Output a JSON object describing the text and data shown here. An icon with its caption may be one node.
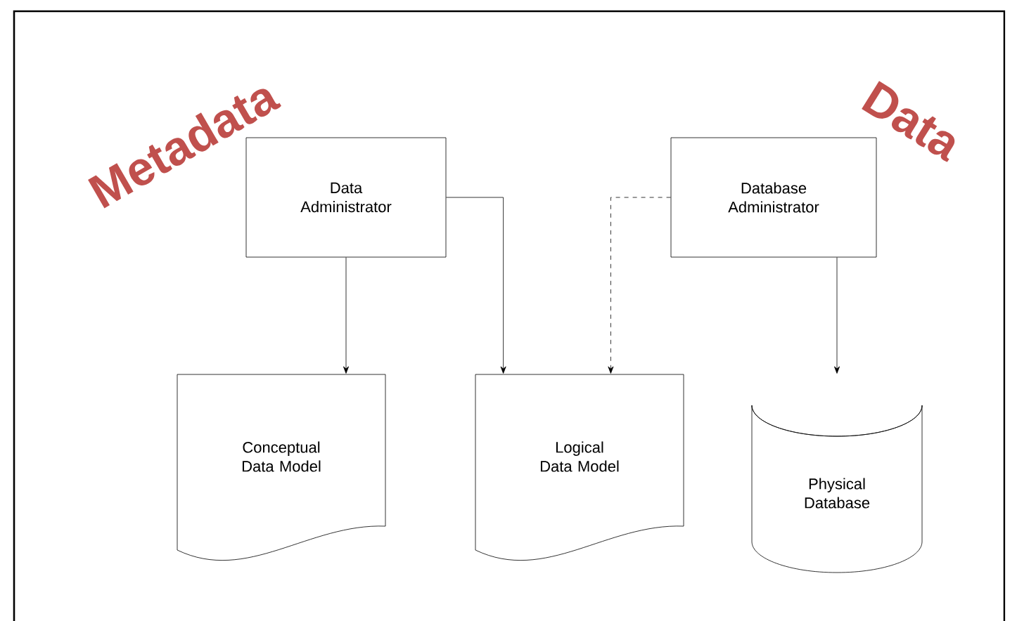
{
  "diagram": {
    "nodes": [
      {
        "text": [
          "Data Administrator"
        ]
      },
      {
        "text": [
          "Database Administrator"
        ]
      },
      {
        "text": [
          "Conceptual Data Model"
        ]
      },
      {
        "text": [
          "Logical Data Model"
        ]
      },
      {
        "text": [
          "Physical Database"
        ]
      }
    ],
    "edges": [
      {
        "from": 0,
        "to": 2,
        "arrow": "to"
      },
      {
        "from": 0,
        "to": 3,
        "arrow": "to"
      },
      {
        "from": 1,
        "to": 3,
        "arrow": "to",
        "style": "dashed"
      },
      {
        "from": 1,
        "to": 4,
        "arrow": "to"
      }
    ],
    "labels": [
      "Metadata",
      "Data"
    ]
  }
}
